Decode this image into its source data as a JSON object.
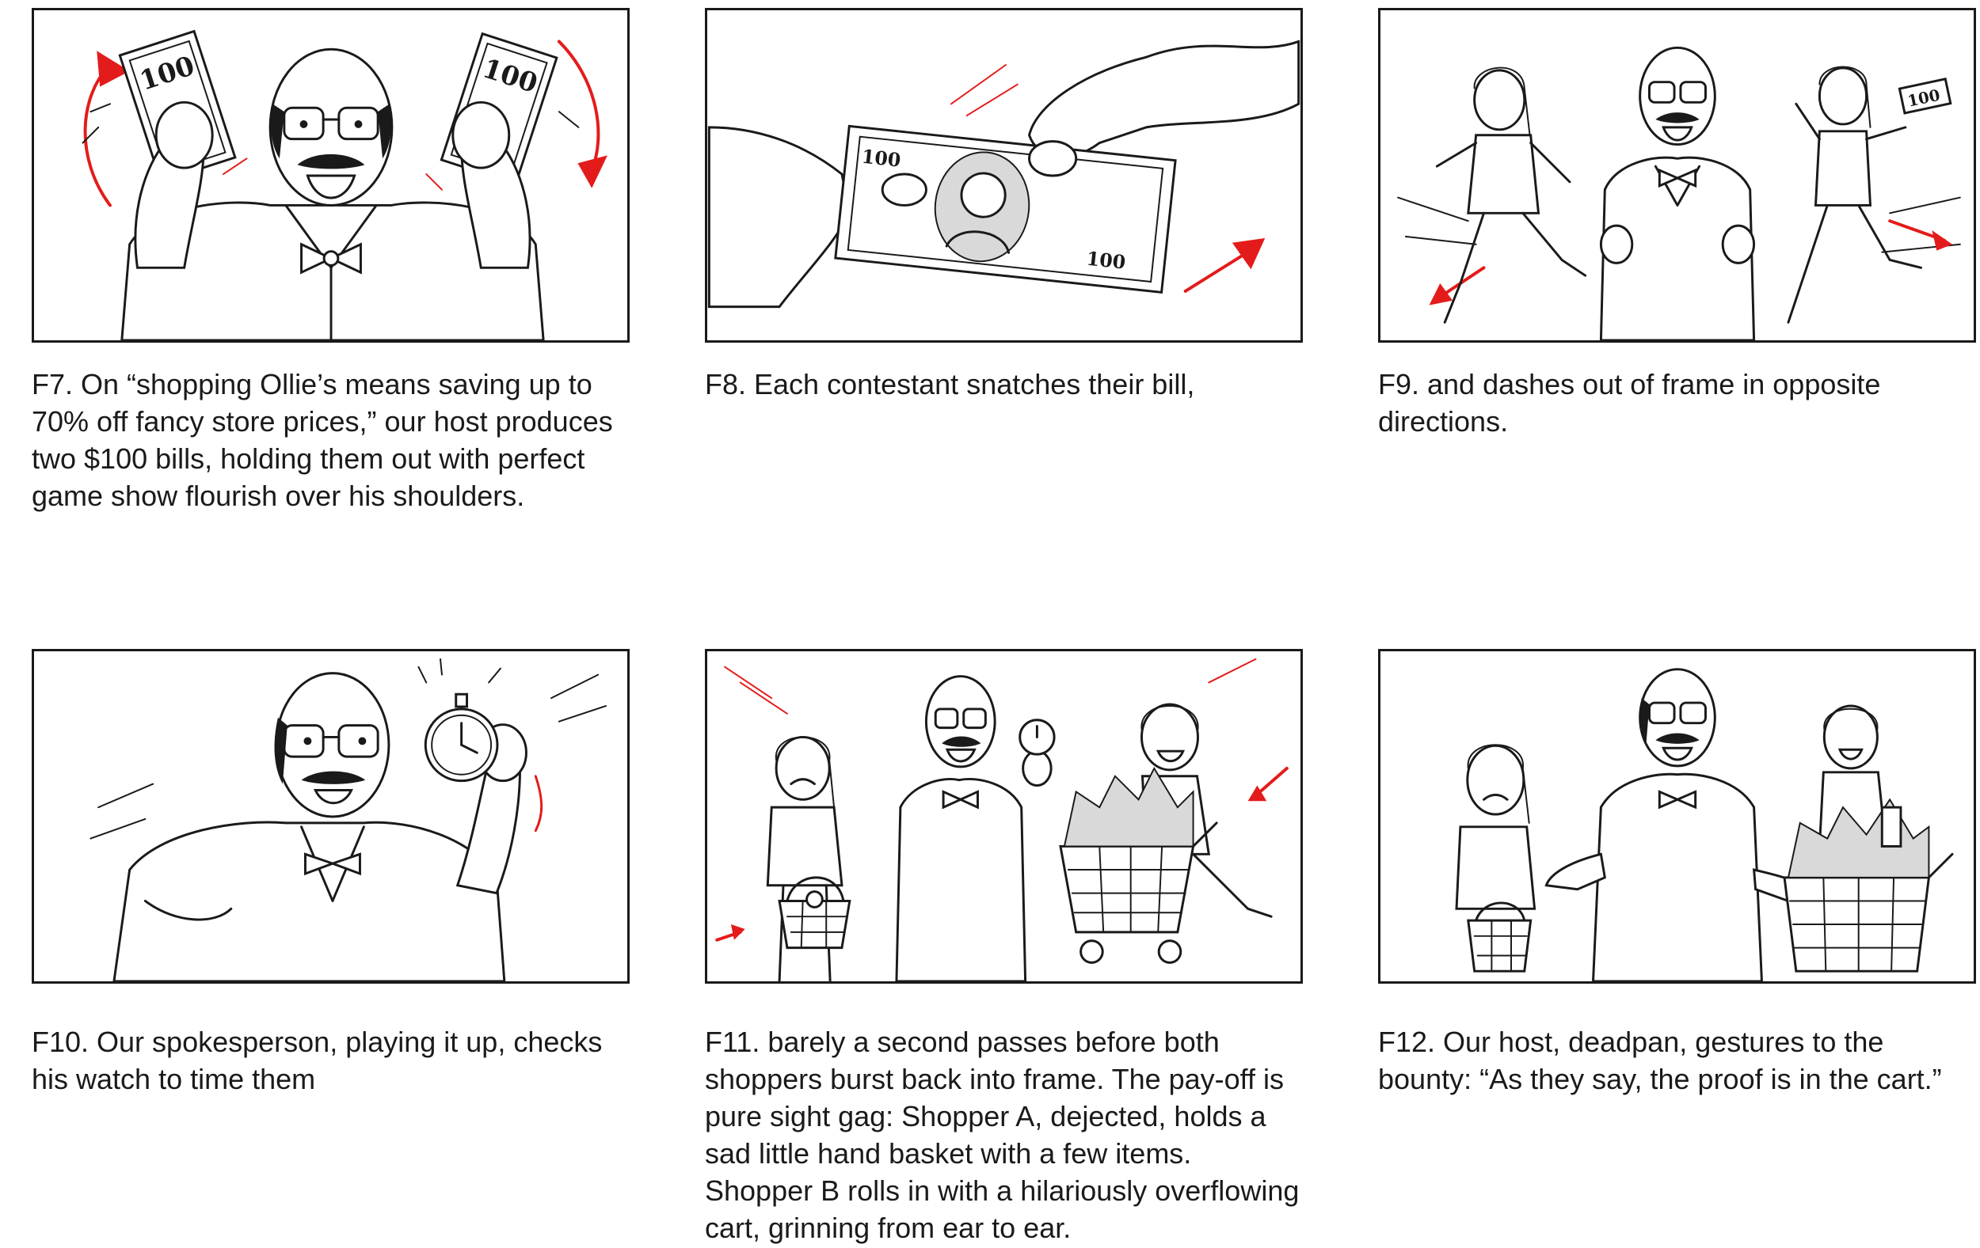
{
  "panels": [
    {
      "caption": "F7. On “shopping Ollie’s means saving up to 70% off fancy store prices,” our host produces two $100 bills, holding them out with perfect game show flourish over his shoulders.",
      "bill_label": "100"
    },
    {
      "caption": "F8. Each contestant snatches their bill,",
      "bill_label": "100"
    },
    {
      "caption": "F9.  and dashes out of frame in opposite directions.",
      "bill_label": "100"
    },
    {
      "caption": "F10. Our spokesperson, playing it up, checks his watch to time them"
    },
    {
      "caption": "F11.  barely a second passes before both shoppers burst back into frame. The pay-off is pure sight gag: Shopper A, dejected, holds a sad little hand basket with a few items. Shopper B rolls in with a hilariously overflowing cart, grinning from ear to ear."
    },
    {
      "caption": "F12.  Our host, deadpan, gestures to the bounty: “As they say, the proof is in the cart.”"
    }
  ],
  "colors": {
    "ink": "#1a1a1a",
    "accent_red": "#e41b1b",
    "paper": "#ffffff"
  }
}
